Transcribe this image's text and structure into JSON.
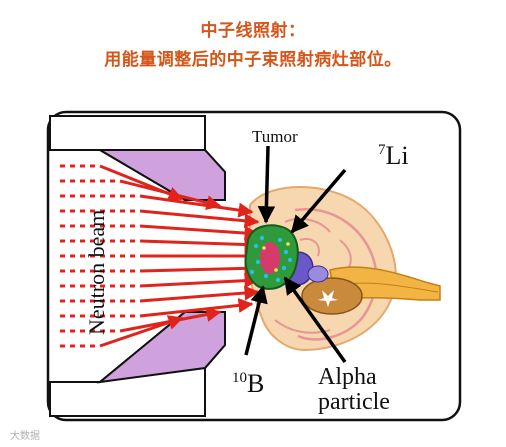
{
  "heading": {
    "line1": "中子线照射：",
    "line2": "用能量调整后的中子束照射病灶部位。"
  },
  "labels": {
    "tumor": "Tumor",
    "lithium_sup": "7",
    "lithium": "Li",
    "boron_sup": "10",
    "boron": "B",
    "alpha_line1": "Alpha",
    "alpha_line2": "particle",
    "neutron_beam": "Neutron beam"
  },
  "watermark": "大数据"
}
